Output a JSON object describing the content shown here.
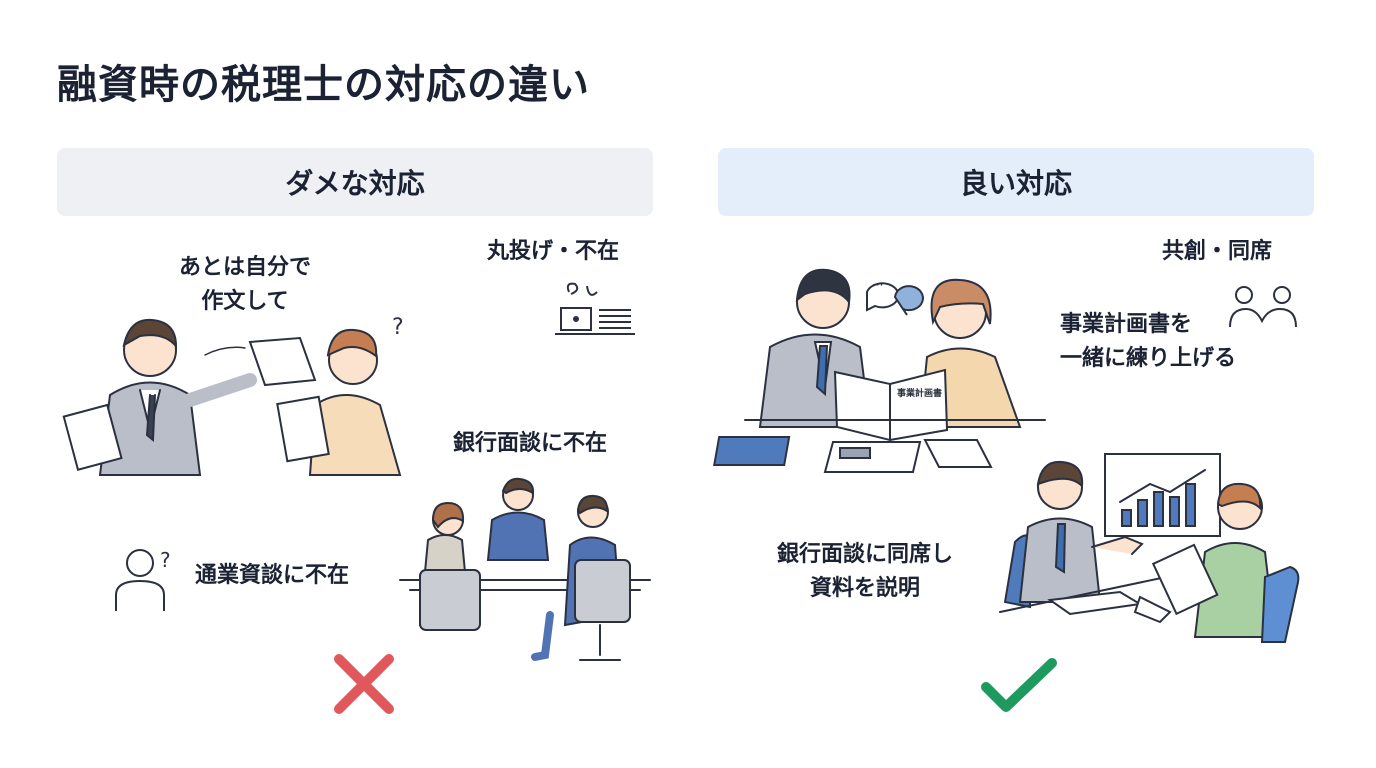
{
  "title": "融資時の税理士の対応の違い",
  "bad": {
    "header": "ダメな対応",
    "speech_line1": "あとは自分で",
    "speech_line2": "作文して",
    "throw_absent": "丸投げ・不在",
    "bank_absent": "銀行面談に不在",
    "meeting_absent": "通業資談に不在",
    "mark": "x-mark",
    "mark_color": "#e0585c"
  },
  "good": {
    "header": "良い対応",
    "cocreate": "共創・同席",
    "plan_line1": "事業計画書を",
    "plan_line2": "一緒に練り上げる",
    "document_label": "事業計画書",
    "bank_line1": "銀行面談に同席し",
    "bank_line2": "資料を説明",
    "mark": "check-mark",
    "mark_color": "#1e9a5e"
  }
}
